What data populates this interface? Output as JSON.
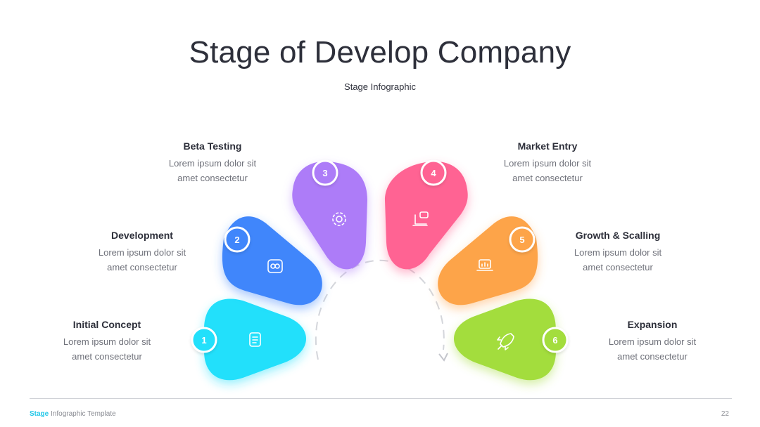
{
  "title": "Stage of Develop Company",
  "subtitle": "Stage Infographic",
  "stages": [
    {
      "number": "1",
      "title": "Initial Concept",
      "desc_line1": "Lorem ipsum dolor sit",
      "desc_line2": "amet consectetur",
      "color": "#22e0fb",
      "icon": "document-icon"
    },
    {
      "number": "2",
      "title": "Development",
      "desc_line1": "Lorem ipsum dolor sit",
      "desc_line2": "amet consectetur",
      "color": "#3f86fb",
      "icon": "link-icon"
    },
    {
      "number": "3",
      "title": "Beta Testing",
      "desc_line1": "Lorem ipsum dolor sit",
      "desc_line2": "amet consectetur",
      "color": "#ad7bf8",
      "icon": "gear-icon"
    },
    {
      "number": "4",
      "title": "Market Entry",
      "desc_line1": "Lorem ipsum dolor sit",
      "desc_line2": "amet consectetur",
      "color": "#ff6393",
      "icon": "monitor-chat-icon"
    },
    {
      "number": "5",
      "title": "Growth & Scalling",
      "desc_line1": "Lorem ipsum dolor sit",
      "desc_line2": "amet consectetur",
      "color": "#fda449",
      "icon": "laptop-chart-icon"
    },
    {
      "number": "6",
      "title": "Expansion",
      "desc_line1": "Lorem ipsum dolor sit",
      "desc_line2": "amet consectetur",
      "color": "#a3dd3c",
      "icon": "rocket-icon"
    }
  ],
  "footer": {
    "brand": "Stage",
    "label": "Infographic Template",
    "page_number": "22"
  }
}
